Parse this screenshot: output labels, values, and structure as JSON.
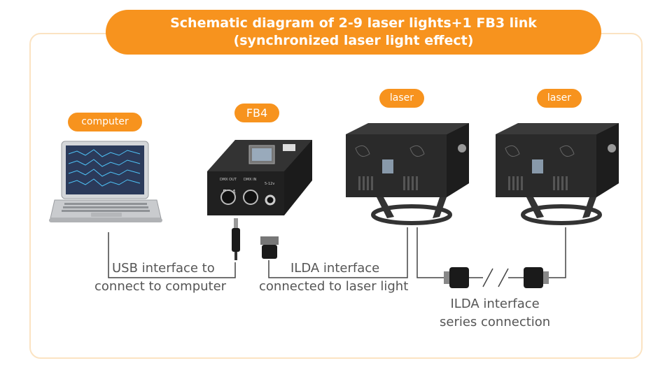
{
  "title": {
    "line1": "Schematic diagram of 2-9 laser lights+1 FB3 link",
    "line2": "(synchronized laser light effect)"
  },
  "tags": {
    "computer": "computer",
    "fb4": "FB4",
    "laser1": "laser",
    "laser2": "laser"
  },
  "device_text": {
    "fb4_body": "FB4",
    "dmx_out": "DMX OUT",
    "dmx_in": "DMX IN",
    "power": "5-12v"
  },
  "labels": {
    "usb_line1": "USB interface to",
    "usb_line2": "connect to computer",
    "ilda_line1": "ILDA interface",
    "ilda_line2": "connected to laser light",
    "series_line1": "ILDA interface",
    "series_line2": "series connection"
  },
  "colors": {
    "accent": "#f7931e",
    "frame": "#fbe3c2",
    "text": "#555555",
    "device": "#1f1f1f"
  }
}
